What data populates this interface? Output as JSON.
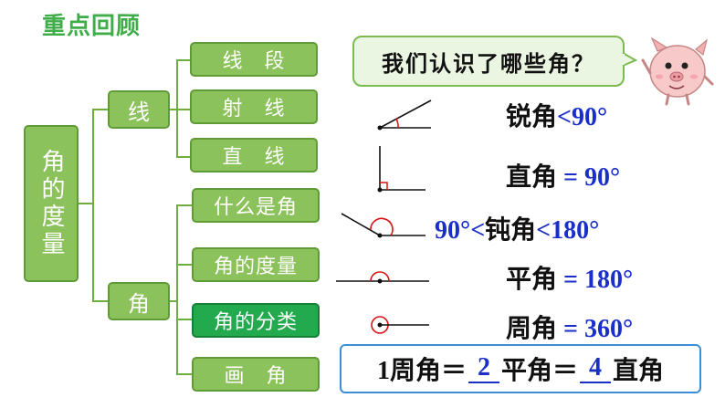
{
  "title": "重点回顾",
  "root": "角的度量",
  "branches": {
    "line": {
      "label": "线",
      "items": [
        "线　段",
        "射　线",
        "直　线"
      ]
    },
    "angle": {
      "label": "角",
      "items": [
        "什么是角",
        "角的度量",
        "角的分类",
        "画　角"
      ]
    }
  },
  "speech": "我们认识了哪些角？",
  "classification": {
    "acute": {
      "name": "锐角",
      "relation": "<90°"
    },
    "right": {
      "name": "直角",
      "relation": "= 90°"
    },
    "obtuse": {
      "prefix": "90°<",
      "name": "钝角",
      "relation": "<180°"
    },
    "straight": {
      "name": "平角",
      "relation": "= 180°"
    },
    "full": {
      "name": "周角",
      "relation": "= 360°"
    }
  },
  "relation": {
    "lead": "1周角＝",
    "ans1": "2",
    "mid": "平角＝",
    "ans2": "4",
    "tail": "直角"
  },
  "colors": {
    "title": "#3fae49",
    "box": "#8cc25b",
    "box_selected": "#23a94e",
    "value": "#1a2fc8"
  }
}
